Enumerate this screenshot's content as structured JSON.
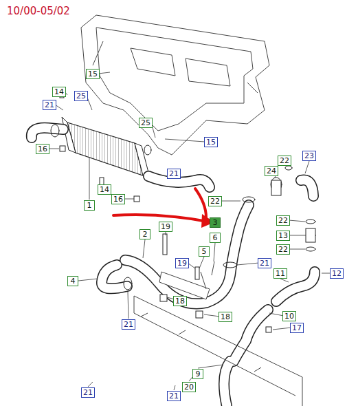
{
  "diagram": {
    "labels": [
      "10/00-05/02",
      "15",
      "14",
      "25",
      "21",
      "25",
      "15",
      "16",
      "23",
      "22",
      "24",
      "21",
      "14",
      "16",
      "22",
      "1",
      "3",
      "22",
      "19",
      "13",
      "2",
      "6",
      "5",
      "22",
      "19",
      "21",
      "12",
      "11",
      "4",
      "18",
      "10",
      "21",
      "18",
      "17",
      "9",
      "21",
      "20",
      "21"
    ]
  }
}
